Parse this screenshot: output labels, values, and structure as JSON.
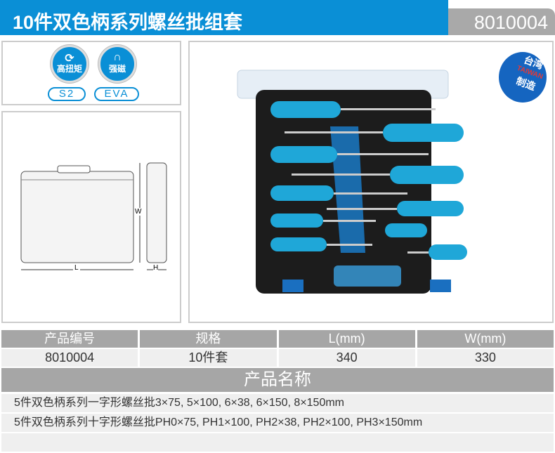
{
  "header": {
    "title": "10件双色柄系列螺丝批组套",
    "code": "8010004"
  },
  "features": {
    "badges": [
      "高扭矩",
      "强磁"
    ],
    "materials": [
      "S2",
      "EVA"
    ]
  },
  "diagram": {
    "length_label": "L",
    "width_label": "W",
    "height_label": "H"
  },
  "origin_badge": {
    "line1": "台湾",
    "line2": "TAIWAN",
    "line3": "制造"
  },
  "spec_table": {
    "headers": [
      "产品编号",
      "规格",
      "L(mm)",
      "W(mm)"
    ],
    "values": [
      "8010004",
      "10件套",
      "340",
      "330"
    ]
  },
  "product_names": {
    "title": "产品名称",
    "items": [
      "5件双色柄系列一字形螺丝批3×75, 5×100, 6×38, 6×150, 8×150mm",
      "5件双色柄系列十字形螺丝批PH0×75, PH1×100, PH2×38, PH2×100, PH3×150mm"
    ]
  },
  "colors": {
    "brand": "#0a8fd6",
    "gray": "#a6a6a6"
  }
}
